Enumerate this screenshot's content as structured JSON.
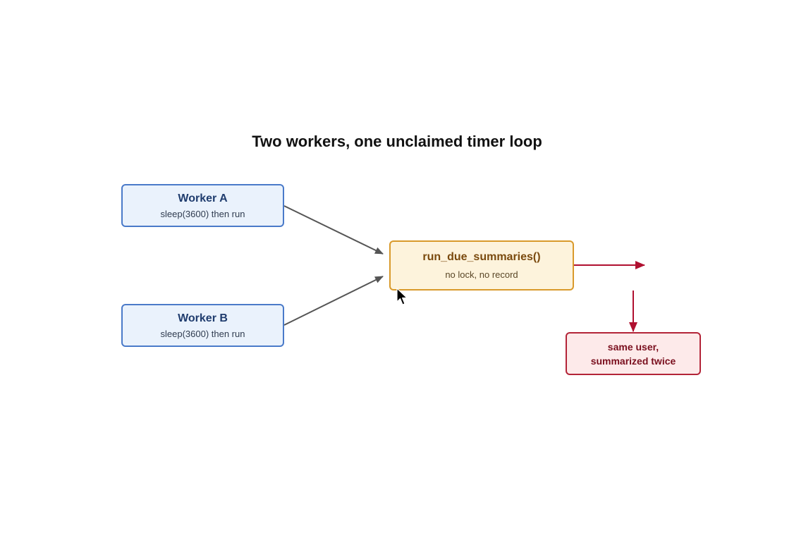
{
  "diagram": {
    "title": "Two workers, one unclaimed timer loop",
    "worker_a": {
      "label": "Worker A",
      "detail": "sleep(3600) then run"
    },
    "worker_b": {
      "label": "Worker B",
      "detail": "sleep(3600) then run"
    },
    "function": {
      "label": "run_due_summaries()",
      "detail": "no lock, no record"
    },
    "result": {
      "label": "same user,\nsummarized twice"
    }
  },
  "colors": {
    "worker_border": "#4a7ac9",
    "worker_fill": "#eaf2fc",
    "function_border": "#d99a2b",
    "function_fill": "#fdf3dc",
    "result_border": "#b32438",
    "result_fill": "#fdeaea",
    "arrow_gray": "#555555",
    "arrow_red": "#b01030"
  },
  "icons": {
    "cursor": "mouse-pointer-icon"
  }
}
